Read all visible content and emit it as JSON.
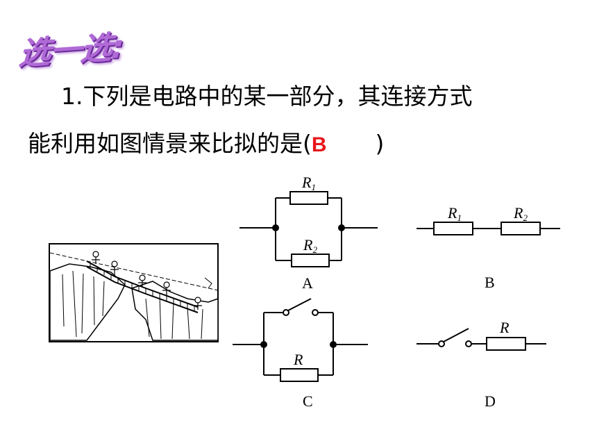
{
  "heading": "选一选:",
  "question": {
    "number": "1.",
    "line1": "下列是电路中的某一部分，其连接方式",
    "line2_prefix": "能利用如图情景来比拟的是(",
    "answer": "B",
    "line2_suffix": ")"
  },
  "diagrams": {
    "A": {
      "label": "A",
      "r1": "R",
      "r1_sub": "1",
      "r2": "R",
      "r2_sub": "2"
    },
    "B": {
      "label": "B",
      "r1": "R",
      "r1_sub": "1",
      "r2": "R",
      "r2_sub": "2"
    },
    "C": {
      "label": "C",
      "r": "R"
    },
    "D": {
      "label": "D",
      "r": "R"
    }
  }
}
